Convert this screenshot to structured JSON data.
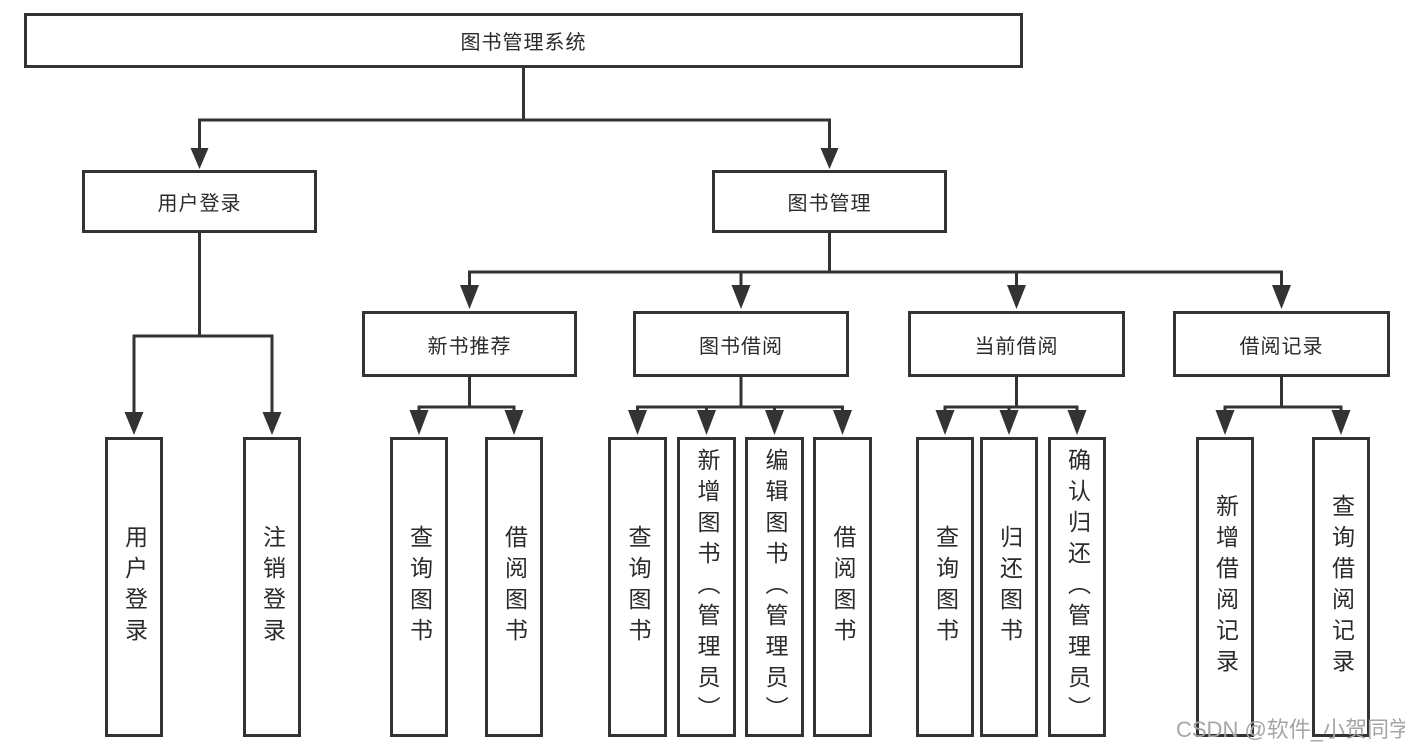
{
  "diagram": {
    "root": {
      "label": "图书管理系统"
    },
    "level2": [
      {
        "label": "用户登录",
        "children": [
          {
            "label": "用户登录"
          },
          {
            "label": "注销登录"
          }
        ]
      },
      {
        "label": "图书管理",
        "children": [
          {
            "label": "新书推荐",
            "children": [
              {
                "label": "查询图书"
              },
              {
                "label": "借阅图书"
              }
            ]
          },
          {
            "label": "图书借阅",
            "children": [
              {
                "label": "查询图书"
              },
              {
                "label": "新增图书（管理员）"
              },
              {
                "label": "编辑图书（管理员）"
              },
              {
                "label": "借阅图书"
              }
            ]
          },
          {
            "label": "当前借阅",
            "children": [
              {
                "label": "查询图书"
              },
              {
                "label": "归还图书"
              },
              {
                "label": "确认归还（管理员）"
              }
            ]
          },
          {
            "label": "借阅记录",
            "children": [
              {
                "label": "新增借阅记录"
              },
              {
                "label": "查询借阅记录"
              }
            ]
          }
        ]
      }
    ],
    "watermark": "CSDN @软件_小贺同学",
    "colors": {
      "line": "#333333",
      "box_border": "#333333",
      "text": "#2b2b2b",
      "watermark": "#a6a6a6",
      "background": "#ffffff"
    }
  }
}
